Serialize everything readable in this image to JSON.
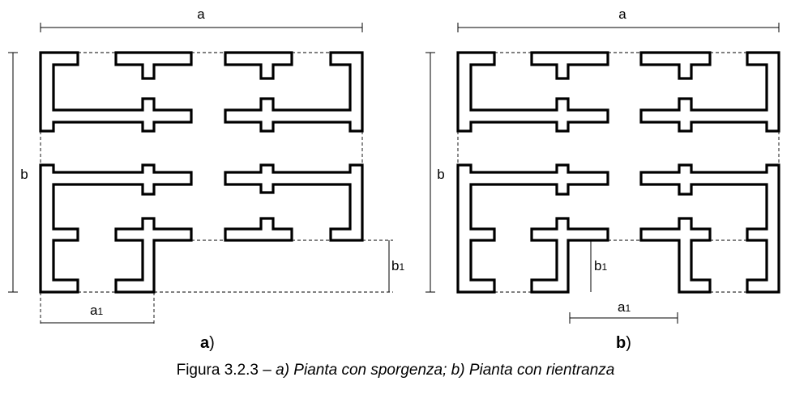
{
  "labels": {
    "width": "a",
    "height": "b",
    "width_part": "a",
    "width_part_sub": "1",
    "height_part": "b",
    "height_part_sub": "1"
  },
  "panels": {
    "a": {
      "letter": "a",
      "paren": ")"
    },
    "b": {
      "letter": "b",
      "paren": ")"
    }
  },
  "caption": {
    "prefix": "Figura 3.2.3 – ",
    "text": "a) Pianta con sporgenza; b) Pianta con rientranza"
  }
}
